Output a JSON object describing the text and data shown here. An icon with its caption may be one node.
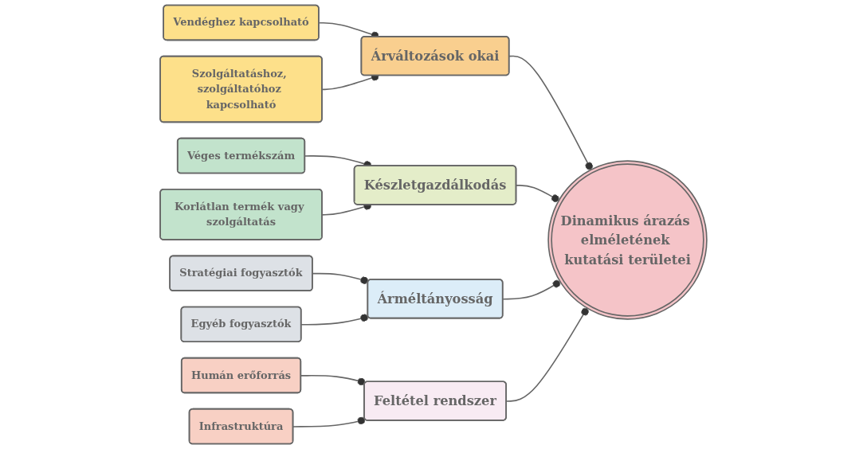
{
  "diagram": {
    "nodes": [
      {
        "text": [
          "Árváltozások okai"
        ]
      },
      {
        "text": [
          "Készletgazdálkodás"
        ]
      },
      {
        "text": [
          "Vendéghez kapcsolható"
        ]
      },
      {
        "text": [
          "Szolgáltatáshoz, szolgáltatóhoz kapcsolható"
        ]
      },
      {
        "text": [
          "Véges termékszám"
        ]
      },
      {
        "text": [
          "Korlátlan termék vagy szolgáltatás"
        ]
      },
      {
        "text": [
          "Dinamikus árazás elméletének kutatási területei"
        ]
      },
      {
        "text": [
          "Stratégiai fogyasztók"
        ]
      },
      {
        "text": [
          "Humán erőforrás"
        ]
      },
      {
        "text": [
          "Egyéb fogyasztók"
        ]
      },
      {
        "text": [
          "Infrastruktúra"
        ]
      },
      {
        "text": [
          "Árméltányosság"
        ]
      },
      {
        "text": [
          "Feltétel rendszer"
        ]
      }
    ],
    "edges": [
      {
        "from": 2,
        "to": 0,
        "arrow": "other"
      },
      {
        "from": 3,
        "to": 0,
        "arrow": "other"
      },
      {
        "from": 4,
        "to": 1,
        "arrow": "other"
      },
      {
        "from": 5,
        "to": 1,
        "arrow": "other"
      },
      {
        "from": 0,
        "to": 6,
        "arrow": "other"
      },
      {
        "from": 1,
        "to": 6,
        "arrow": "other"
      },
      {
        "from": 11,
        "to": 6,
        "arrow": "other"
      },
      {
        "from": 12,
        "to": 6,
        "arrow": "other"
      },
      {
        "from": 7,
        "to": 11,
        "arrow": "other"
      },
      {
        "from": 9,
        "to": 11,
        "arrow": "other"
      },
      {
        "from": 8,
        "to": 12,
        "arrow": "other"
      },
      {
        "from": 10,
        "to": 12,
        "arrow": "other"
      }
    ]
  }
}
